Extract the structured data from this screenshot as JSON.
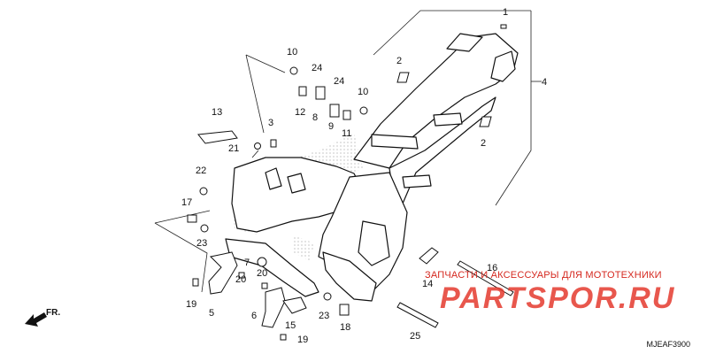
{
  "diagram": {
    "code": "MJEAF3900",
    "direction_label": "FR.",
    "callouts": [
      {
        "id": "c1",
        "label": "1"
      },
      {
        "id": "c2a",
        "label": "2"
      },
      {
        "id": "c2b",
        "label": "2"
      },
      {
        "id": "c3",
        "label": "3"
      },
      {
        "id": "c4",
        "label": "4"
      },
      {
        "id": "c5",
        "label": "5"
      },
      {
        "id": "c6",
        "label": "6"
      },
      {
        "id": "c7",
        "label": "7"
      },
      {
        "id": "c8",
        "label": "8"
      },
      {
        "id": "c9",
        "label": "9"
      },
      {
        "id": "c10a",
        "label": "10"
      },
      {
        "id": "c10b",
        "label": "10"
      },
      {
        "id": "c11",
        "label": "11"
      },
      {
        "id": "c12",
        "label": "12"
      },
      {
        "id": "c13",
        "label": "13"
      },
      {
        "id": "c14",
        "label": "14"
      },
      {
        "id": "c15",
        "label": "15"
      },
      {
        "id": "c16",
        "label": "16"
      },
      {
        "id": "c17",
        "label": "17"
      },
      {
        "id": "c18",
        "label": "18"
      },
      {
        "id": "c19a",
        "label": "19"
      },
      {
        "id": "c19b",
        "label": "19"
      },
      {
        "id": "c20a",
        "label": "20"
      },
      {
        "id": "c20b",
        "label": "20"
      },
      {
        "id": "c21",
        "label": "21"
      },
      {
        "id": "c22",
        "label": "22"
      },
      {
        "id": "c23a",
        "label": "23"
      },
      {
        "id": "c23b",
        "label": "23"
      },
      {
        "id": "c24a",
        "label": "24"
      },
      {
        "id": "c24b",
        "label": "24"
      },
      {
        "id": "c25",
        "label": "25"
      }
    ]
  },
  "watermark": {
    "tagline": "ЗАПЧАСТИ И АКСЕССУАРЫ ДЛЯ МОТОТЕХНИКИ",
    "logo": "PARTSPOR.RU"
  }
}
